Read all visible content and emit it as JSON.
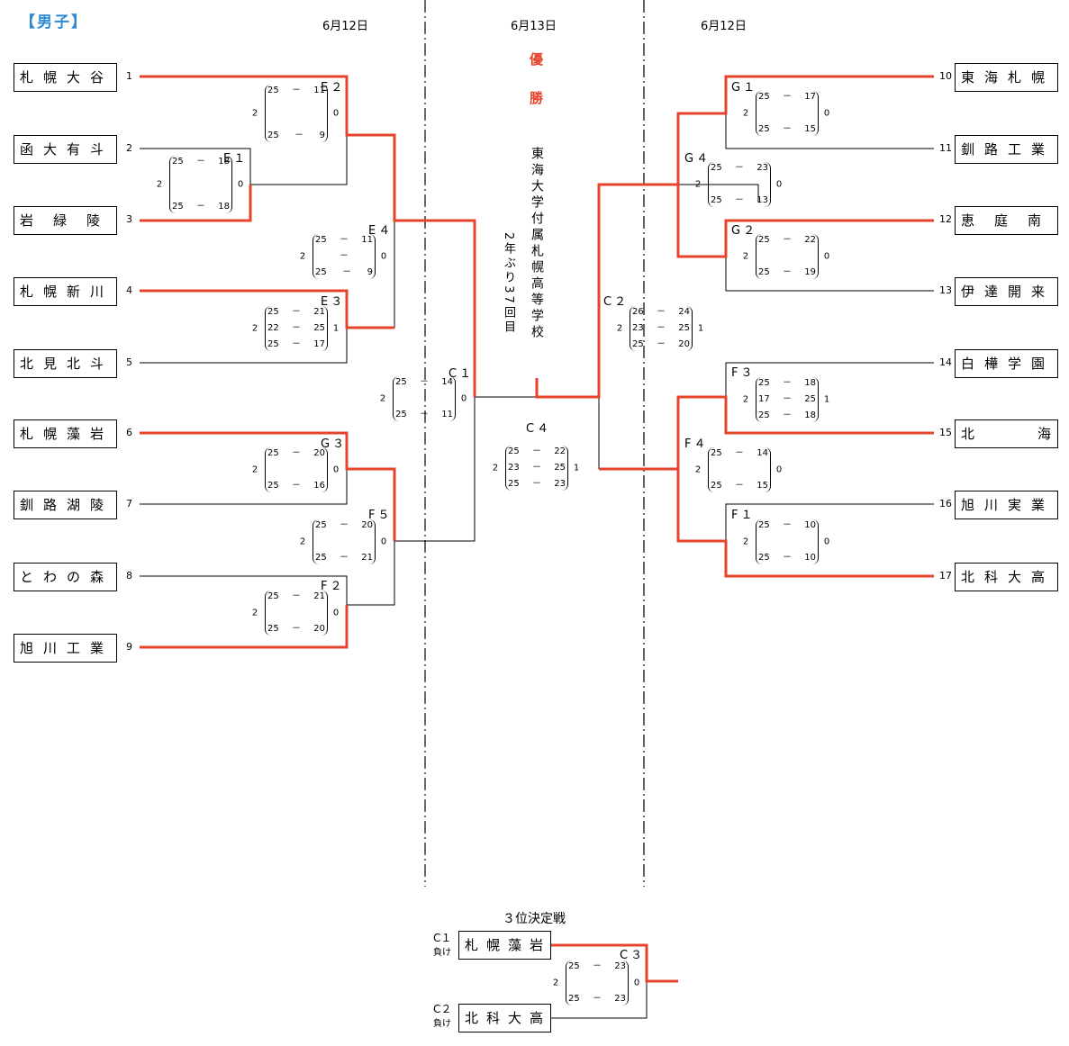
{
  "header": {
    "title": "【男子】",
    "dates": {
      "left": "6月12日",
      "center": "6月13日",
      "right": "6月12日"
    }
  },
  "champion": {
    "label": "優勝",
    "team": "東海大学付属札幌高等学校",
    "note": "2年ぶり37回目"
  },
  "teams": [
    {
      "seed": "1",
      "name": "札幌大谷"
    },
    {
      "seed": "2",
      "name": "函大有斗"
    },
    {
      "seed": "3",
      "name": "岩緑陵"
    },
    {
      "seed": "4",
      "name": "札幌新川"
    },
    {
      "seed": "5",
      "name": "北見北斗"
    },
    {
      "seed": "6",
      "name": "札幌藻岩"
    },
    {
      "seed": "7",
      "name": "釧路湖陵"
    },
    {
      "seed": "8",
      "name": "とわの森"
    },
    {
      "seed": "9",
      "name": "旭川工業"
    },
    {
      "seed": "10",
      "name": "東海札幌"
    },
    {
      "seed": "11",
      "name": "釧路工業"
    },
    {
      "seed": "12",
      "name": "恵庭南"
    },
    {
      "seed": "13",
      "name": "伊達開来"
    },
    {
      "seed": "14",
      "name": "白樺学園"
    },
    {
      "seed": "15",
      "name": "北海"
    },
    {
      "seed": "16",
      "name": "旭川実業"
    },
    {
      "seed": "17",
      "name": "北科大高"
    }
  ],
  "matches": {
    "E1": {
      "label": "E１",
      "won": "2",
      "lost": "0",
      "sets": [
        [
          "25",
          "18"
        ],
        [
          "25",
          "18"
        ]
      ]
    },
    "E2": {
      "label": "E２",
      "won": "2",
      "lost": "0",
      "sets": [
        [
          "25",
          "11"
        ],
        [
          "25",
          "9"
        ]
      ]
    },
    "E3": {
      "label": "E３",
      "won": "2",
      "lost": "1",
      "sets": [
        [
          "25",
          "21"
        ],
        [
          "22",
          "25"
        ],
        [
          "25",
          "17"
        ]
      ]
    },
    "E4": {
      "label": "E４",
      "won": "2",
      "lost": "0",
      "sets": [
        [
          "25",
          "11"
        ],
        [
          "",
          ""
        ],
        [
          "25",
          "9"
        ]
      ]
    },
    "G3": {
      "label": "G３",
      "won": "2",
      "lost": "0",
      "sets": [
        [
          "25",
          "20"
        ],
        [
          "25",
          "16"
        ]
      ]
    },
    "F5": {
      "label": "F５",
      "won": "2",
      "lost": "0",
      "sets": [
        [
          "25",
          "20"
        ],
        [
          "25",
          "21"
        ]
      ]
    },
    "F2": {
      "label": "F２",
      "won": "2",
      "lost": "0",
      "sets": [
        [
          "25",
          "21"
        ],
        [
          "25",
          "20"
        ]
      ]
    },
    "C1": {
      "label": "C１",
      "won": "2",
      "lost": "0",
      "sets": [
        [
          "25",
          "14"
        ],
        [
          "25",
          "11"
        ]
      ]
    },
    "C4": {
      "label": "C４",
      "won": "2",
      "lost": "1",
      "sets": [
        [
          "25",
          "22"
        ],
        [
          "23",
          "25"
        ],
        [
          "25",
          "23"
        ]
      ]
    },
    "C2": {
      "label": "C２",
      "won": "2",
      "lost": "1",
      "sets": [
        [
          "26",
          "24"
        ],
        [
          "23",
          "25"
        ],
        [
          "25",
          "20"
        ]
      ]
    },
    "G1": {
      "label": "G１",
      "won": "2",
      "lost": "0",
      "sets": [
        [
          "25",
          "17"
        ],
        [
          "25",
          "15"
        ]
      ]
    },
    "G4": {
      "label": "G４",
      "won": "2",
      "lost": "0",
      "sets": [
        [
          "25",
          "23"
        ],
        [
          "25",
          "13"
        ]
      ]
    },
    "G2": {
      "label": "G２",
      "won": "2",
      "lost": "0",
      "sets": [
        [
          "25",
          "22"
        ],
        [
          "25",
          "19"
        ]
      ]
    },
    "F3": {
      "label": "F３",
      "won": "2",
      "lost": "1",
      "sets": [
        [
          "25",
          "18"
        ],
        [
          "17",
          "25"
        ],
        [
          "25",
          "18"
        ]
      ]
    },
    "F4": {
      "label": "F４",
      "won": "2",
      "lost": "0",
      "sets": [
        [
          "25",
          "14"
        ],
        [
          "25",
          "15"
        ]
      ]
    },
    "F1": {
      "label": "F１",
      "won": "2",
      "lost": "0",
      "sets": [
        [
          "25",
          "10"
        ],
        [
          "25",
          "10"
        ]
      ]
    },
    "C3": {
      "label": "C３",
      "won": "2",
      "lost": "0",
      "sets": [
        [
          "25",
          "23"
        ],
        [
          "25",
          "23"
        ]
      ]
    }
  },
  "third_place": {
    "title": "３位決定戦",
    "team1": {
      "tag": "C１",
      "loser": "負け",
      "name": "札幌藻岩"
    },
    "team2": {
      "tag": "C２",
      "loser": "負け",
      "name": "北科大高"
    }
  },
  "colors": {
    "winner_line": "#e5432b",
    "line": "#000000",
    "title": "#2e8ad6"
  }
}
